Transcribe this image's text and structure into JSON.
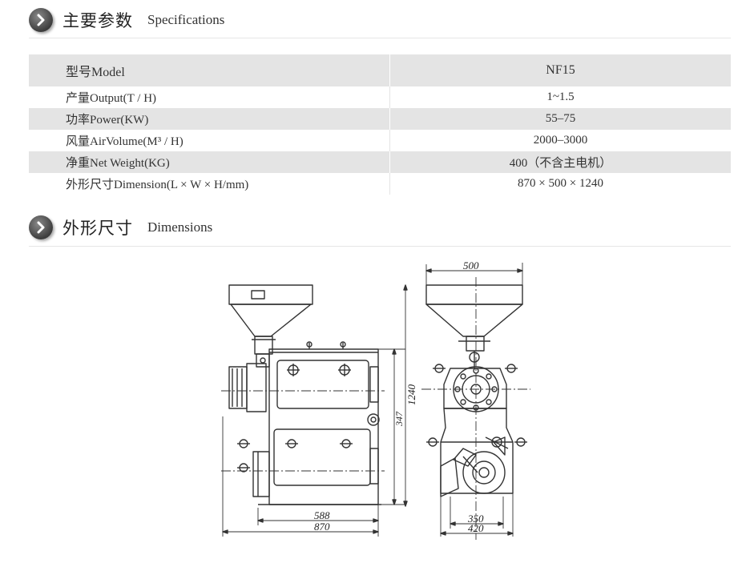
{
  "specifications": {
    "title_cn": "主要参数",
    "title_en": "Specifications",
    "rows": [
      {
        "label": "型号Model",
        "value": "NF15"
      },
      {
        "label": "产量Output(T / H)",
        "value": "1~1.5"
      },
      {
        "label": "功率Power(KW)",
        "value": "55–75"
      },
      {
        "label": "风量AirVolume(M³ / H)",
        "value": "2000–3000"
      },
      {
        "label": "净重Net Weight(KG)",
        "value": "400（不含主电机）"
      },
      {
        "label": "外形尺寸Dimension(L × W × H/mm)",
        "value": "870 × 500 × 1240"
      }
    ]
  },
  "dimensions": {
    "title_cn": "外形尺寸",
    "title_en": "Dimensions",
    "labels": {
      "side_length_inner": "588",
      "side_length_total": "870",
      "side_aux": "347",
      "height": "1240",
      "front_top_width": "500",
      "front_base_inner": "350",
      "front_base_total": "420"
    }
  }
}
